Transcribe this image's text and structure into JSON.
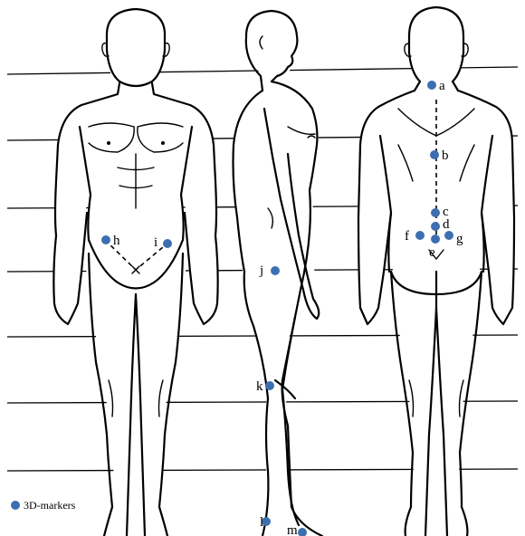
{
  "legend": {
    "label": "3D-markers",
    "color": "#3d6fb0"
  },
  "marker_color": "#3d6fb0",
  "markers": [
    {
      "id": "a",
      "label": "a"
    },
    {
      "id": "b",
      "label": "b"
    },
    {
      "id": "c",
      "label": "c"
    },
    {
      "id": "d",
      "label": "d"
    },
    {
      "id": "e",
      "label": "e"
    },
    {
      "id": "f",
      "label": "f"
    },
    {
      "id": "g",
      "label": "g"
    },
    {
      "id": "h",
      "label": "h"
    },
    {
      "id": "i",
      "label": "i"
    },
    {
      "id": "j",
      "label": "j"
    },
    {
      "id": "k",
      "label": "k"
    },
    {
      "id": "l",
      "label": "l"
    },
    {
      "id": "m",
      "label": "m"
    }
  ],
  "figures": [
    "front-view",
    "side-view",
    "back-view"
  ]
}
